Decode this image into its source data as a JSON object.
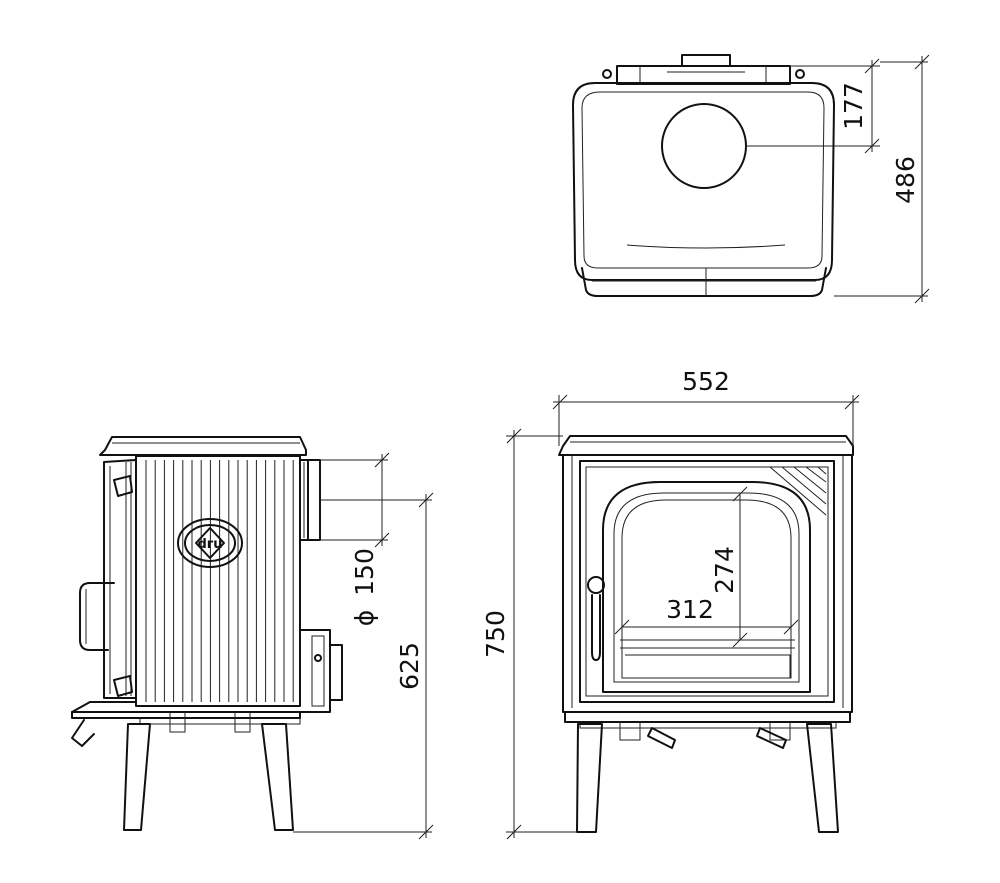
{
  "dimensions": {
    "flue_offset": "177",
    "depth": "486",
    "width": "552",
    "height": "750",
    "flue_height": "625",
    "flue_diameter_symbol": "ϕ",
    "flue_diameter": "150",
    "window_height": "274",
    "window_width": "312"
  },
  "logo": {
    "text": "dru"
  },
  "colors": {
    "line": "#111111",
    "background": "#ffffff"
  }
}
